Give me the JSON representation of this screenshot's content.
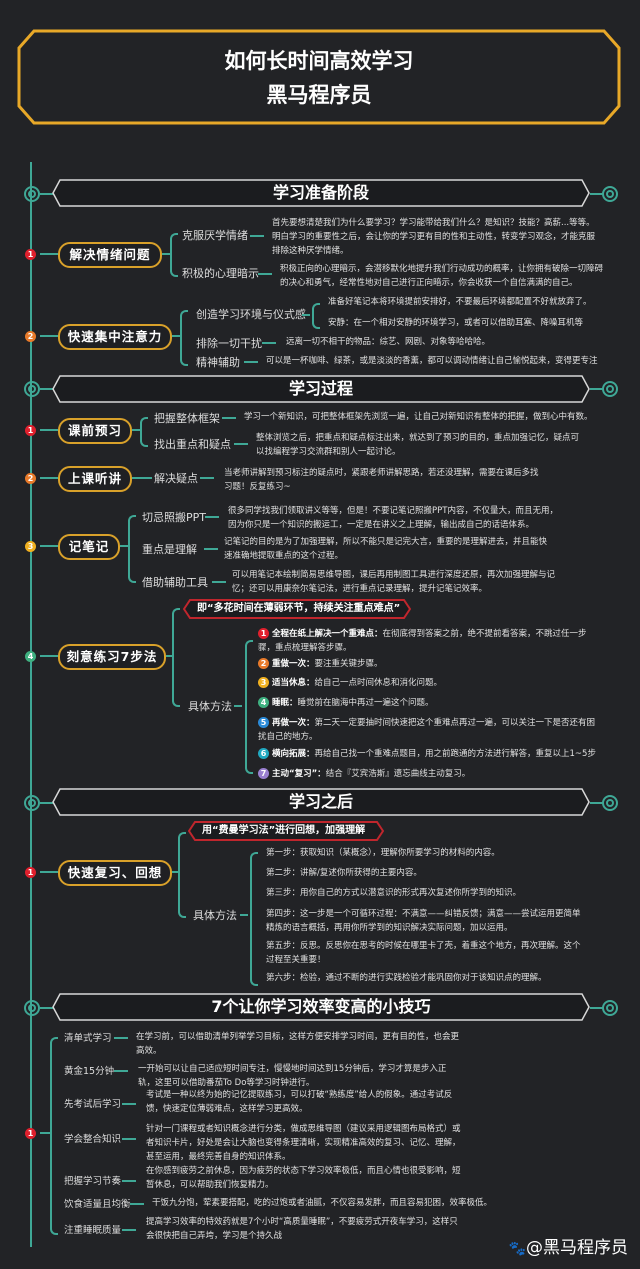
{
  "title": {
    "line1": "如何长时间高效学习",
    "line2": "黑马程序员"
  },
  "colors": {
    "background": "#222326",
    "accent_gold": "#d9a12a",
    "teal": "#3fa896",
    "red_tag": "#c0262d",
    "badge_red": "#e0202d",
    "badge_orange": "#e87a2a",
    "badge_yellow": "#f0b020",
    "badge_green": "#3fb080",
    "badge_blue": "#2a8ad8",
    "badge_cyan": "#20a8c0",
    "badge_purple": "#9a80d0"
  },
  "sections": [
    {
      "title": "学习准备阶段",
      "nodes": [
        {
          "badge": "1",
          "label": "解决情绪问题",
          "branches": [
            {
              "label": "克服厌学情绪",
              "text": "首先要想清楚我们为什么要学习？学习能带给我们什么？是知识？技能？高薪...等等。明白学习的重要性之后，会让你的学习更有目的性和主动性，转变学习观念，才能克服排除这种厌学情绪。"
            },
            {
              "label": "积极的心理暗示",
              "text": "积极正向的心理暗示，会潜移默化地提升我们行动成功的概率，让你拥有破除一切障碍的决心和勇气，经常性地对自己进行正向暗示，你会收获一个自信满满的自己。"
            }
          ]
        },
        {
          "badge": "2",
          "label": "快速集中注意力",
          "branches": [
            {
              "label": "创造学习环境与仪式感",
              "subs": [
                "准备好笔记本将环境提前安排好，不要最后环境都配置不好就放弃了。",
                "安静：在一个相对安静的环境学习，或者可以借助耳塞、降噪耳机等"
              ]
            },
            {
              "label": "排除一切干扰",
              "text": "远离一切不相干的物品：综艺、网剧、对象等哈哈哈。"
            },
            {
              "label": "精神辅助",
              "text": "可以是一杯咖啡、绿茶，或是淡淡的香薰，都可以调动情绪让自己愉悦起来，变得更专注"
            }
          ]
        }
      ]
    },
    {
      "title": "学习过程",
      "nodes": [
        {
          "badge": "1",
          "label": "课前预习",
          "branches": [
            {
              "label": "把握整体框架",
              "text": "学习一个新知识，可把整体框架先浏览一遍，让自己对新知识有整体的把握，做到心中有数。"
            },
            {
              "label": "找出重点和疑点",
              "text": "整体浏览之后，把重点和疑点标注出来，就达到了预习的目的，重点加强记忆，疑点可以找编程学习交流群和别人一起讨论。"
            }
          ]
        },
        {
          "badge": "2",
          "label": "上课听讲",
          "branches": [
            {
              "label": "解决疑点",
              "text": "当老师讲解到预习标注的疑点时，紧跟老师讲解思路，若还没理解，需要在课后多找习题！反复练习~"
            }
          ]
        },
        {
          "badge": "3",
          "label": "记笔记",
          "branches": [
            {
              "label": "切忌照搬PPT",
              "text": "很多同学找我们领取讲义等等，但是！不要记笔记照搬PPT内容，不仅量大，而且无用，因为你只是一个知识的搬运工，一定是在讲义之上理解，输出成自己的话语体系。"
            },
            {
              "label": "重点是理解",
              "text": "记笔记的目的是为了加强理解，所以不能只是记完大言，重要的是理解进去，并且能快速准确地提取重点的这个过程。"
            },
            {
              "label": "借助辅助工具",
              "text": "可以用笔记本绘制简易思维导图，课后再用制图工具进行深度还原，再次加强理解与记忆；还可以用康奈尔笔记法，进行重点记录理解，提升记笔记效率。"
            }
          ]
        },
        {
          "badge": "4",
          "label": "刻意练习7步法",
          "tag": "即“多花时间在薄弱环节，持续关注重点难点”",
          "method_label": "具体方法",
          "steps": [
            {
              "n": "1",
              "bold": "全程在纸上解决一个重难点：",
              "text": "在彻底得到答案之前，绝不提前看答案，不跳过任一步骤，重点梳理解答步骤。"
            },
            {
              "n": "2",
              "bold": "重做一次：",
              "text": "要注重关键步骤。"
            },
            {
              "n": "3",
              "bold": "适当休息：",
              "text": "给自己一点时间休息和消化问题。"
            },
            {
              "n": "4",
              "bold": "睡眠：",
              "text": "睡觉前在脑海中再过一遍这个问题。"
            },
            {
              "n": "5",
              "bold": "再做一次：",
              "text": "第二天一定要抽时间快速把这个重难点再过一遍，可以关注一下是否还有困扰自己的地方。"
            },
            {
              "n": "6",
              "bold": "横向拓展：",
              "text": "再给自己找一个重难点题目，用之前跑通的方法进行解答，重复以上1~5步"
            },
            {
              "n": "7",
              "bold": "主动“复习”：",
              "text": "结合『艾宾浩斯』遗忘曲线主动复习。"
            }
          ]
        }
      ]
    },
    {
      "title": "学习之后",
      "nodes": [
        {
          "badge": "1",
          "label": "快速复习、回想",
          "tag": "用“费曼学习法”进行回想，加强理解",
          "method_label": "具体方法",
          "steps": [
            "第一步：获取知识（某概念），理解你所要学习的材料的内容。",
            "第二步：讲解/复述你所获得的主要内容。",
            "第三步：用你自己的方式以潜意识的形式再次复述你所学到的知识。",
            "第四步：这一步是一个可循环过程：不满意——纠错反馈；满意——尝试运用更简单精炼的语言概括，再用你所学到的知识解决实际问题，加以运用。",
            "第五步：反思。反思你在思考的时候在哪里卡了壳，着重这个地方，再次理解。这个过程至关重要！",
            "第六步：检验，通过不断的进行实践检验才能巩固你对于该知识点的理解。"
          ]
        }
      ]
    },
    {
      "title": "7个让你学习效率变高的小技巧",
      "badge": "1",
      "tips": [
        {
          "label": "清单式学习",
          "text": "在学习前，可以借助清单列举学习目标，这样方便安排学习时间，更有目的性，也会更高效。"
        },
        {
          "label": "黄金15分钟",
          "text": "一开始可以让自己适应短时间专注，慢慢地时间达到15分钟后，学习才算是步入正轨，这里可以借助番茄To Do等学习时钟进行。"
        },
        {
          "label": "先考试后学习",
          "text": "考试是一种以终为始的记忆提取练习，可以打破“熟练度”给人的假象。通过考试反馈，快速定位薄弱难点，这样学习更高效。"
        },
        {
          "label": "学会整合知识",
          "text": "针对一门课程或者知识概念进行分类，做成思维导图（建议采用逻辑图布局格式）或者知识卡片，好处是会让大脑也变得条理清晰，实现精准高效的复习、记忆、理解，甚至运用，最终完善自身的知识体系。"
        },
        {
          "label": "把握学习节奏",
          "text": "在你感到疲劳之前休息，因为疲劳的状态下学习效率极低，而且心情也很受影响，短暂休息，可以帮助我们恢复精力。"
        },
        {
          "label": "饮食适量且均衡",
          "text": "干饭九分饱，荤素要搭配，吃的过饱或者油腻，不仅容易发胖，而且容易犯困，效率极低。"
        },
        {
          "label": "注重睡眠质量",
          "text": "提高学习效率的特效药就是7个小时“高质量睡眠”，不要疲劳式开夜车学习，这样只会很快把自己弄垮，学习是个持久战"
        }
      ]
    }
  ],
  "watermark": "@黑马程序员",
  "icons": {
    "ring": "double-ring-node-icon",
    "paw": "paw-logo-icon"
  }
}
